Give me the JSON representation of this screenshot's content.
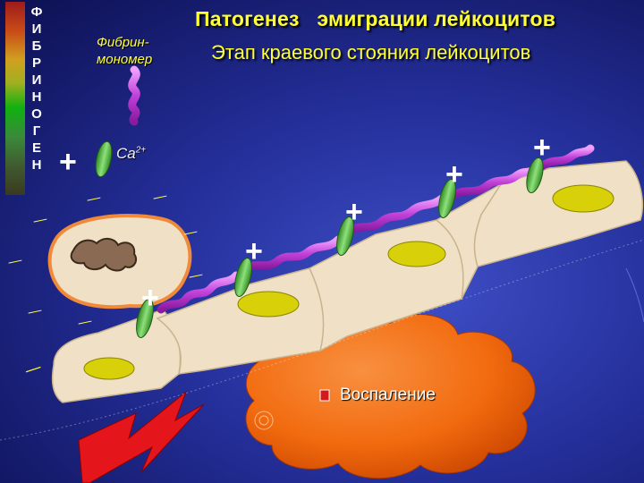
{
  "title": "Патогенез   эмиграции лейкоцитов",
  "subtitle": "Этап краевого стояния лейкоцитов",
  "fibrin_monomer_line1": "Фибрин-",
  "fibrin_monomer_line2": "мономер",
  "calcium_base": "Ca",
  "calcium_charge": "2+",
  "fibrinogen_letters": [
    "Ф",
    "И",
    "Б",
    "Р",
    "И",
    "Н",
    "О",
    "Г",
    "Е",
    "Н"
  ],
  "plus_sign": "+",
  "minus_sign": "_",
  "inflammation_label": "Воспаление",
  "colors": {
    "title": "#ffff33",
    "background": "#242f9a",
    "endothelium": "#f0e0c6",
    "endothelium_nucleus": "#d8d10a",
    "leukocyte_border": "#f08a3a",
    "fibrin_strand": "#d866e8",
    "receptor": "#5fbf3a",
    "inflammation_cloud": "#f26a0e",
    "lightning": "#e5161b"
  },
  "fibrinogen_gradient": [
    "#9e1b1b",
    "#c84b16",
    "#d0a020",
    "#a0b020",
    "#2a9a2a",
    "#1aa04a",
    "#10b010",
    "#3a8a3a",
    "#405a30",
    "#3a3a20"
  ]
}
